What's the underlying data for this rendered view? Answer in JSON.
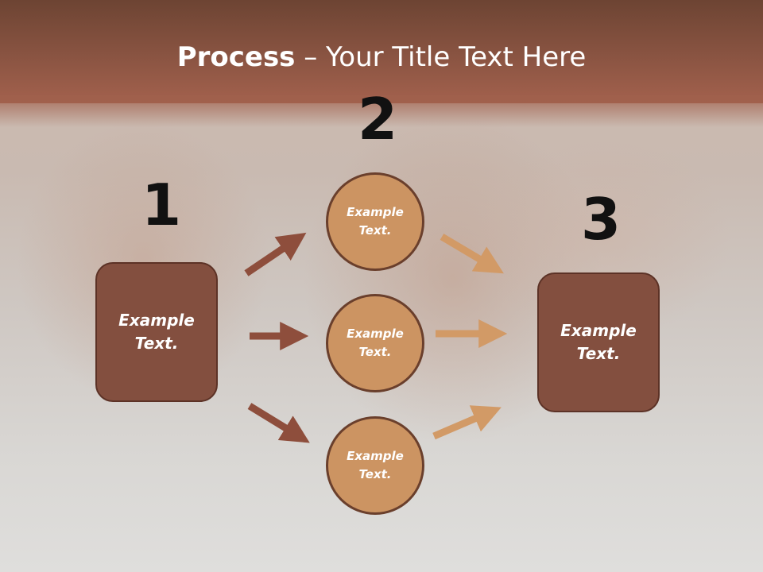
{
  "slide": {
    "title_bold": "Process",
    "title_rest": " – Your Title Text Here",
    "step_numbers": [
      "1",
      "2",
      "3"
    ],
    "left_box_text": "Example\nText.",
    "right_box_text": "Example\nText.",
    "circles": [
      {
        "text": "Example\nText."
      },
      {
        "text": "Example\nText."
      },
      {
        "text": "Example\nText."
      }
    ]
  },
  "colors": {
    "header": "#8a5442",
    "box_fill": "#834f3f",
    "circle_fill": "#cc9462",
    "arrow_dark": "#8e4e3c",
    "arrow_light": "#d29a66"
  }
}
